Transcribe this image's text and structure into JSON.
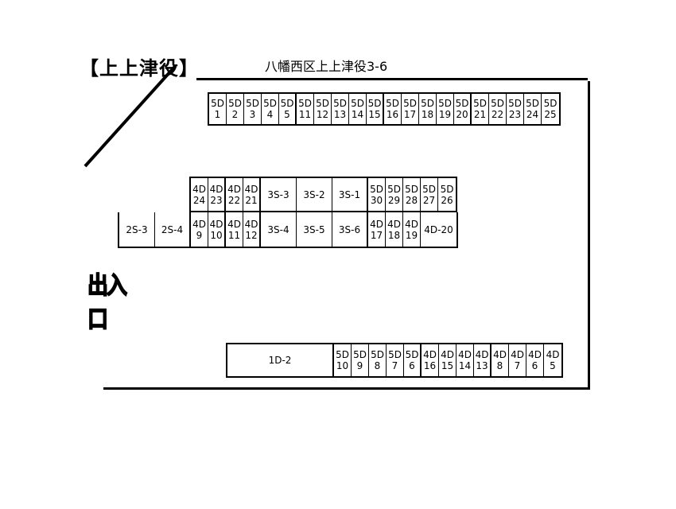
{
  "title": "【上上津役】",
  "address": "八幡西区上上津役3-6",
  "entrance_label": "出入口",
  "rows": {
    "top": {
      "cells": [
        {
          "l1": "5D",
          "l2": "1",
          "w": 22
        },
        {
          "l1": "5D",
          "l2": "2",
          "w": 22
        },
        {
          "l1": "5D",
          "l2": "3",
          "w": 22
        },
        {
          "l1": "5D",
          "l2": "4",
          "w": 22
        },
        {
          "l1": "5D",
          "l2": "5",
          "w": 22,
          "thick": true
        },
        {
          "l1": "5D",
          "l2": "11",
          "w": 22
        },
        {
          "l1": "5D",
          "l2": "12",
          "w": 22
        },
        {
          "l1": "5D",
          "l2": "13",
          "w": 22
        },
        {
          "l1": "5D",
          "l2": "14",
          "w": 22
        },
        {
          "l1": "5D",
          "l2": "15",
          "w": 22,
          "thick": true
        },
        {
          "l1": "5D",
          "l2": "16",
          "w": 22
        },
        {
          "l1": "5D",
          "l2": "17",
          "w": 22
        },
        {
          "l1": "5D",
          "l2": "18",
          "w": 22
        },
        {
          "l1": "5D",
          "l2": "19",
          "w": 22
        },
        {
          "l1": "5D",
          "l2": "20",
          "w": 22,
          "thick": true
        },
        {
          "l1": "5D",
          "l2": "21",
          "w": 22
        },
        {
          "l1": "5D",
          "l2": "22",
          "w": 22
        },
        {
          "l1": "5D",
          "l2": "23",
          "w": 22
        },
        {
          "l1": "5D",
          "l2": "24",
          "w": 22
        },
        {
          "l1": "5D",
          "l2": "25",
          "w": 22
        }
      ]
    },
    "middle_upper": {
      "cells": [
        {
          "l1": "4D",
          "l2": "24",
          "w": 22
        },
        {
          "l1": "4D",
          "l2": "23",
          "w": 22,
          "thick": true
        },
        {
          "l1": "4D",
          "l2": "22",
          "w": 22
        },
        {
          "l1": "4D",
          "l2": "21",
          "w": 22,
          "thick": true
        },
        {
          "l1": "3S-3",
          "w": 45
        },
        {
          "l1": "3S-2",
          "w": 45
        },
        {
          "l1": "3S-1",
          "w": 45,
          "thick": true
        },
        {
          "l1": "5D",
          "l2": "30",
          "w": 22
        },
        {
          "l1": "5D",
          "l2": "29",
          "w": 22
        },
        {
          "l1": "5D",
          "l2": "28",
          "w": 22
        },
        {
          "l1": "5D",
          "l2": "27",
          "w": 22
        },
        {
          "l1": "5D",
          "l2": "26",
          "w": 22
        }
      ]
    },
    "middle_lower": {
      "cells": [
        {
          "l1": "2S-3",
          "w": 45
        },
        {
          "l1": "2S-4",
          "w": 45,
          "thick": true
        },
        {
          "l1": "4D",
          "l2": "9",
          "w": 22
        },
        {
          "l1": "4D",
          "l2": "10",
          "w": 22,
          "thick": true
        },
        {
          "l1": "4D",
          "l2": "11",
          "w": 22
        },
        {
          "l1": "4D",
          "l2": "12",
          "w": 22,
          "thick": true
        },
        {
          "l1": "3S-4",
          "w": 45
        },
        {
          "l1": "3S-5",
          "w": 45
        },
        {
          "l1": "3S-6",
          "w": 45,
          "thick": true
        },
        {
          "l1": "4D",
          "l2": "17",
          "w": 22
        },
        {
          "l1": "4D",
          "l2": "18",
          "w": 22
        },
        {
          "l1": "4D",
          "l2": "19",
          "w": 22
        },
        {
          "l1": "4D-20",
          "w": 45
        }
      ]
    },
    "bottom": {
      "cells": [
        {
          "l1": "1D-2",
          "w": 134,
          "thick": true
        },
        {
          "l1": "5D",
          "l2": "10",
          "w": 22
        },
        {
          "l1": "5D",
          "l2": "9",
          "w": 22
        },
        {
          "l1": "5D",
          "l2": "8",
          "w": 22
        },
        {
          "l1": "5D",
          "l2": "7",
          "w": 22
        },
        {
          "l1": "5D",
          "l2": "6",
          "w": 22,
          "thick": true
        },
        {
          "l1": "4D",
          "l2": "16",
          "w": 22
        },
        {
          "l1": "4D",
          "l2": "15",
          "w": 22
        },
        {
          "l1": "4D",
          "l2": "14",
          "w": 22
        },
        {
          "l1": "4D",
          "l2": "13",
          "w": 22,
          "thick": true
        },
        {
          "l1": "4D",
          "l2": "8",
          "w": 22
        },
        {
          "l1": "4D",
          "l2": "7",
          "w": 22
        },
        {
          "l1": "4D",
          "l2": "6",
          "w": 22
        },
        {
          "l1": "4D",
          "l2": "5",
          "w": 22
        }
      ]
    }
  }
}
